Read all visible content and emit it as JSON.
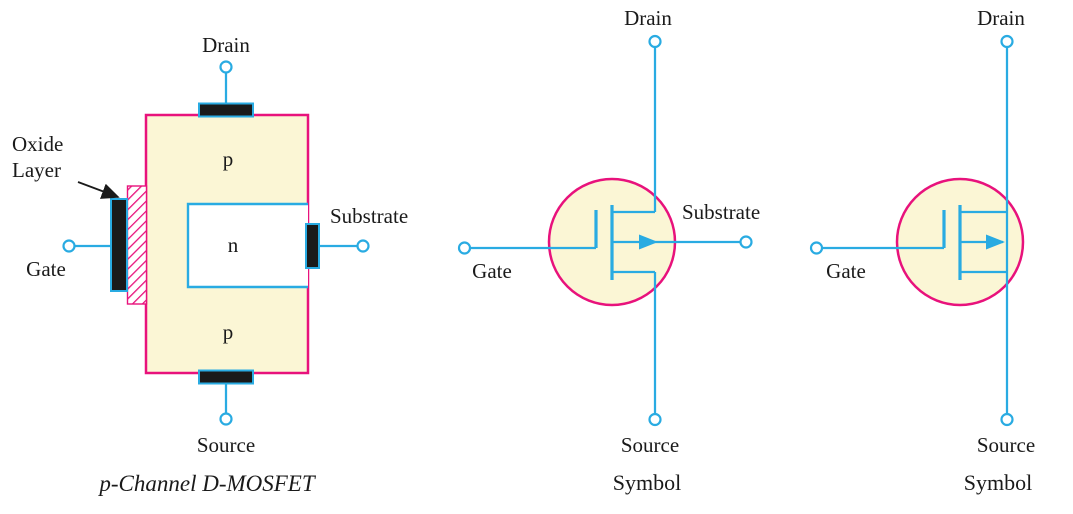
{
  "colors": {
    "line_cyan": "#29ABE2",
    "outline_magenta": "#E8127C",
    "fill_cream": "#FBF6D5",
    "ink_black": "#1A1A1A"
  },
  "structure": {
    "caption": "p-Channel D-MOSFET",
    "drain_label": "Drain",
    "source_label": "Source",
    "gate_label": "Gate",
    "substrate_label": "Substrate",
    "oxide_label_line1": "Oxide",
    "oxide_label_line2": "Layer",
    "region_p_top": "p",
    "region_n": "n",
    "region_p_bottom": "p"
  },
  "symbol_with_substrate": {
    "caption": "Symbol",
    "drain_label": "Drain",
    "source_label": "Source",
    "gate_label": "Gate",
    "substrate_label": "Substrate"
  },
  "symbol_without_substrate": {
    "caption": "Symbol",
    "drain_label": "Drain",
    "source_label": "Source",
    "gate_label": "Gate"
  }
}
